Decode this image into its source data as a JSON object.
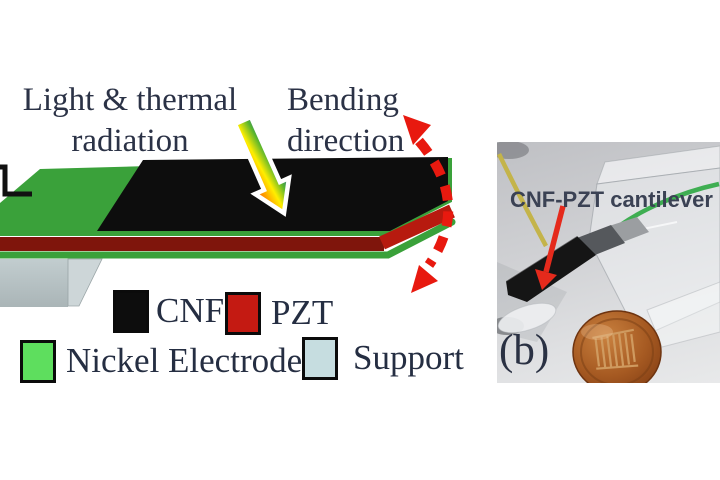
{
  "figure": {
    "schematic": {
      "illumination_label": {
        "line1": "Light & thermal",
        "line2": "radiation"
      },
      "bending_label": {
        "line1": "Bending",
        "line2": "direction"
      },
      "legend": {
        "items": [
          {
            "label": "CNF",
            "color": "#0d0d0d"
          },
          {
            "label": "PZT",
            "color": "#c41a12"
          },
          {
            "label": "Nickel Electrode",
            "color": "#5ede5e"
          },
          {
            "label": "Support",
            "color": "#c6dde0"
          }
        ]
      },
      "layer_colors": {
        "cnf": "#0d0d0d",
        "pzt_front": "#7f150c",
        "pzt_end": "#b71a0f",
        "nickel": "#3aa13a",
        "support_front": "#b4bfc1",
        "support_side": "#c7d1d3",
        "bending_arrow_red": "#e8190f",
        "text": "#2b3246"
      }
    },
    "photo": {
      "caption": "(b)",
      "annotation": "CNF-PZT cantilever"
    }
  }
}
